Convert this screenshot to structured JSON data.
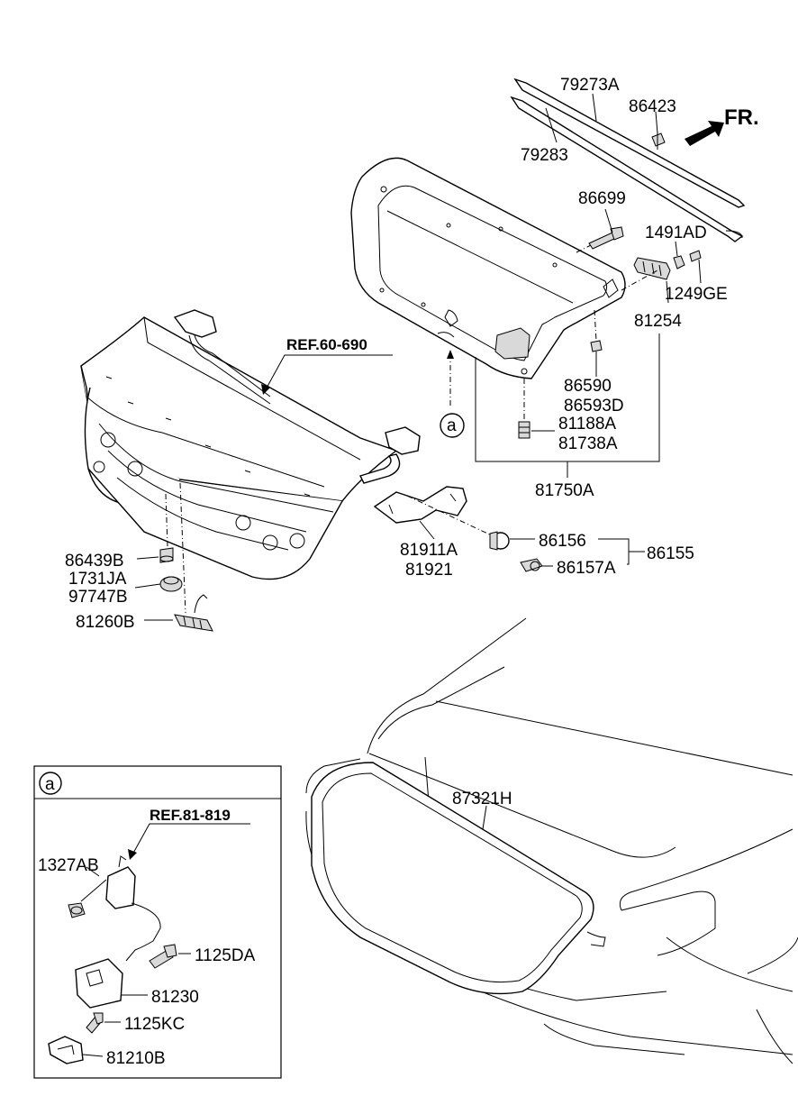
{
  "labels": {
    "p79273A": "79273A",
    "p86423": "86423",
    "p79283": "79283",
    "fr": "FR.",
    "p86699": "86699",
    "p1491AD": "1491AD",
    "p1249GE": "1249GE",
    "p81254": "81254",
    "ref60690": "REF.60-690",
    "p86590": "86590",
    "p86593D": "86593D",
    "callout_a": "a",
    "p81188A": "81188A",
    "p81738A": "81738A",
    "p81750A": "81750A",
    "p81911A": "81911A",
    "p81921": "81921",
    "p86156": "86156",
    "p86155": "86155",
    "p86157A": "86157A",
    "p86439B": "86439B",
    "p1731JA": "1731JA",
    "p97747B": "97747B",
    "p81260B": "81260B",
    "p87321H": "87321H"
  },
  "inset": {
    "callout": "a",
    "ref": "REF.81-819",
    "p1327AB": "1327AB",
    "p1125DA": "1125DA",
    "p81230": "81230",
    "p1125KC": "1125KC",
    "p81210B": "81210B"
  }
}
